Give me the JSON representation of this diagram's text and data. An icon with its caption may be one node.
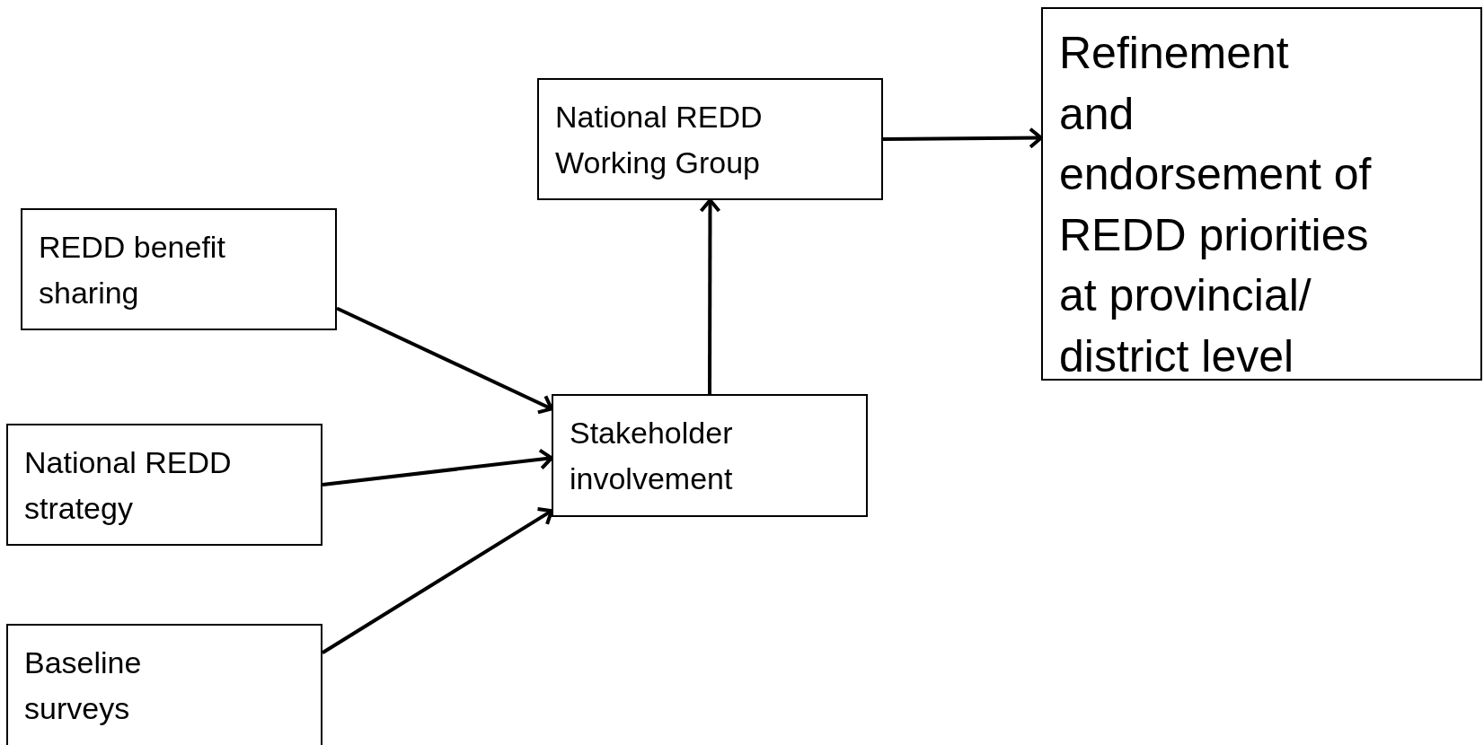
{
  "diagram": {
    "nodes": [
      {
        "text": [
          "REDD benefit sharing"
        ]
      },
      {
        "text": [
          "National REDD strategy"
        ]
      },
      {
        "text": [
          "Baseline surveys"
        ]
      },
      {
        "text": [
          "Stakeholder involvement"
        ]
      },
      {
        "text": [
          "National REDD Working Group"
        ]
      },
      {
        "text": [
          "Refinement and endorsement of REDD priorities at provincial/ district level"
        ]
      }
    ],
    "edges": [
      {
        "from": 0,
        "to": 3,
        "arrow": "to"
      },
      {
        "from": 1,
        "to": 3,
        "arrow": "to"
      },
      {
        "from": 2,
        "to": 3,
        "arrow": "to"
      },
      {
        "from": 3,
        "to": 4,
        "arrow": "to"
      },
      {
        "from": 4,
        "to": 5,
        "arrow": "to"
      }
    ]
  }
}
